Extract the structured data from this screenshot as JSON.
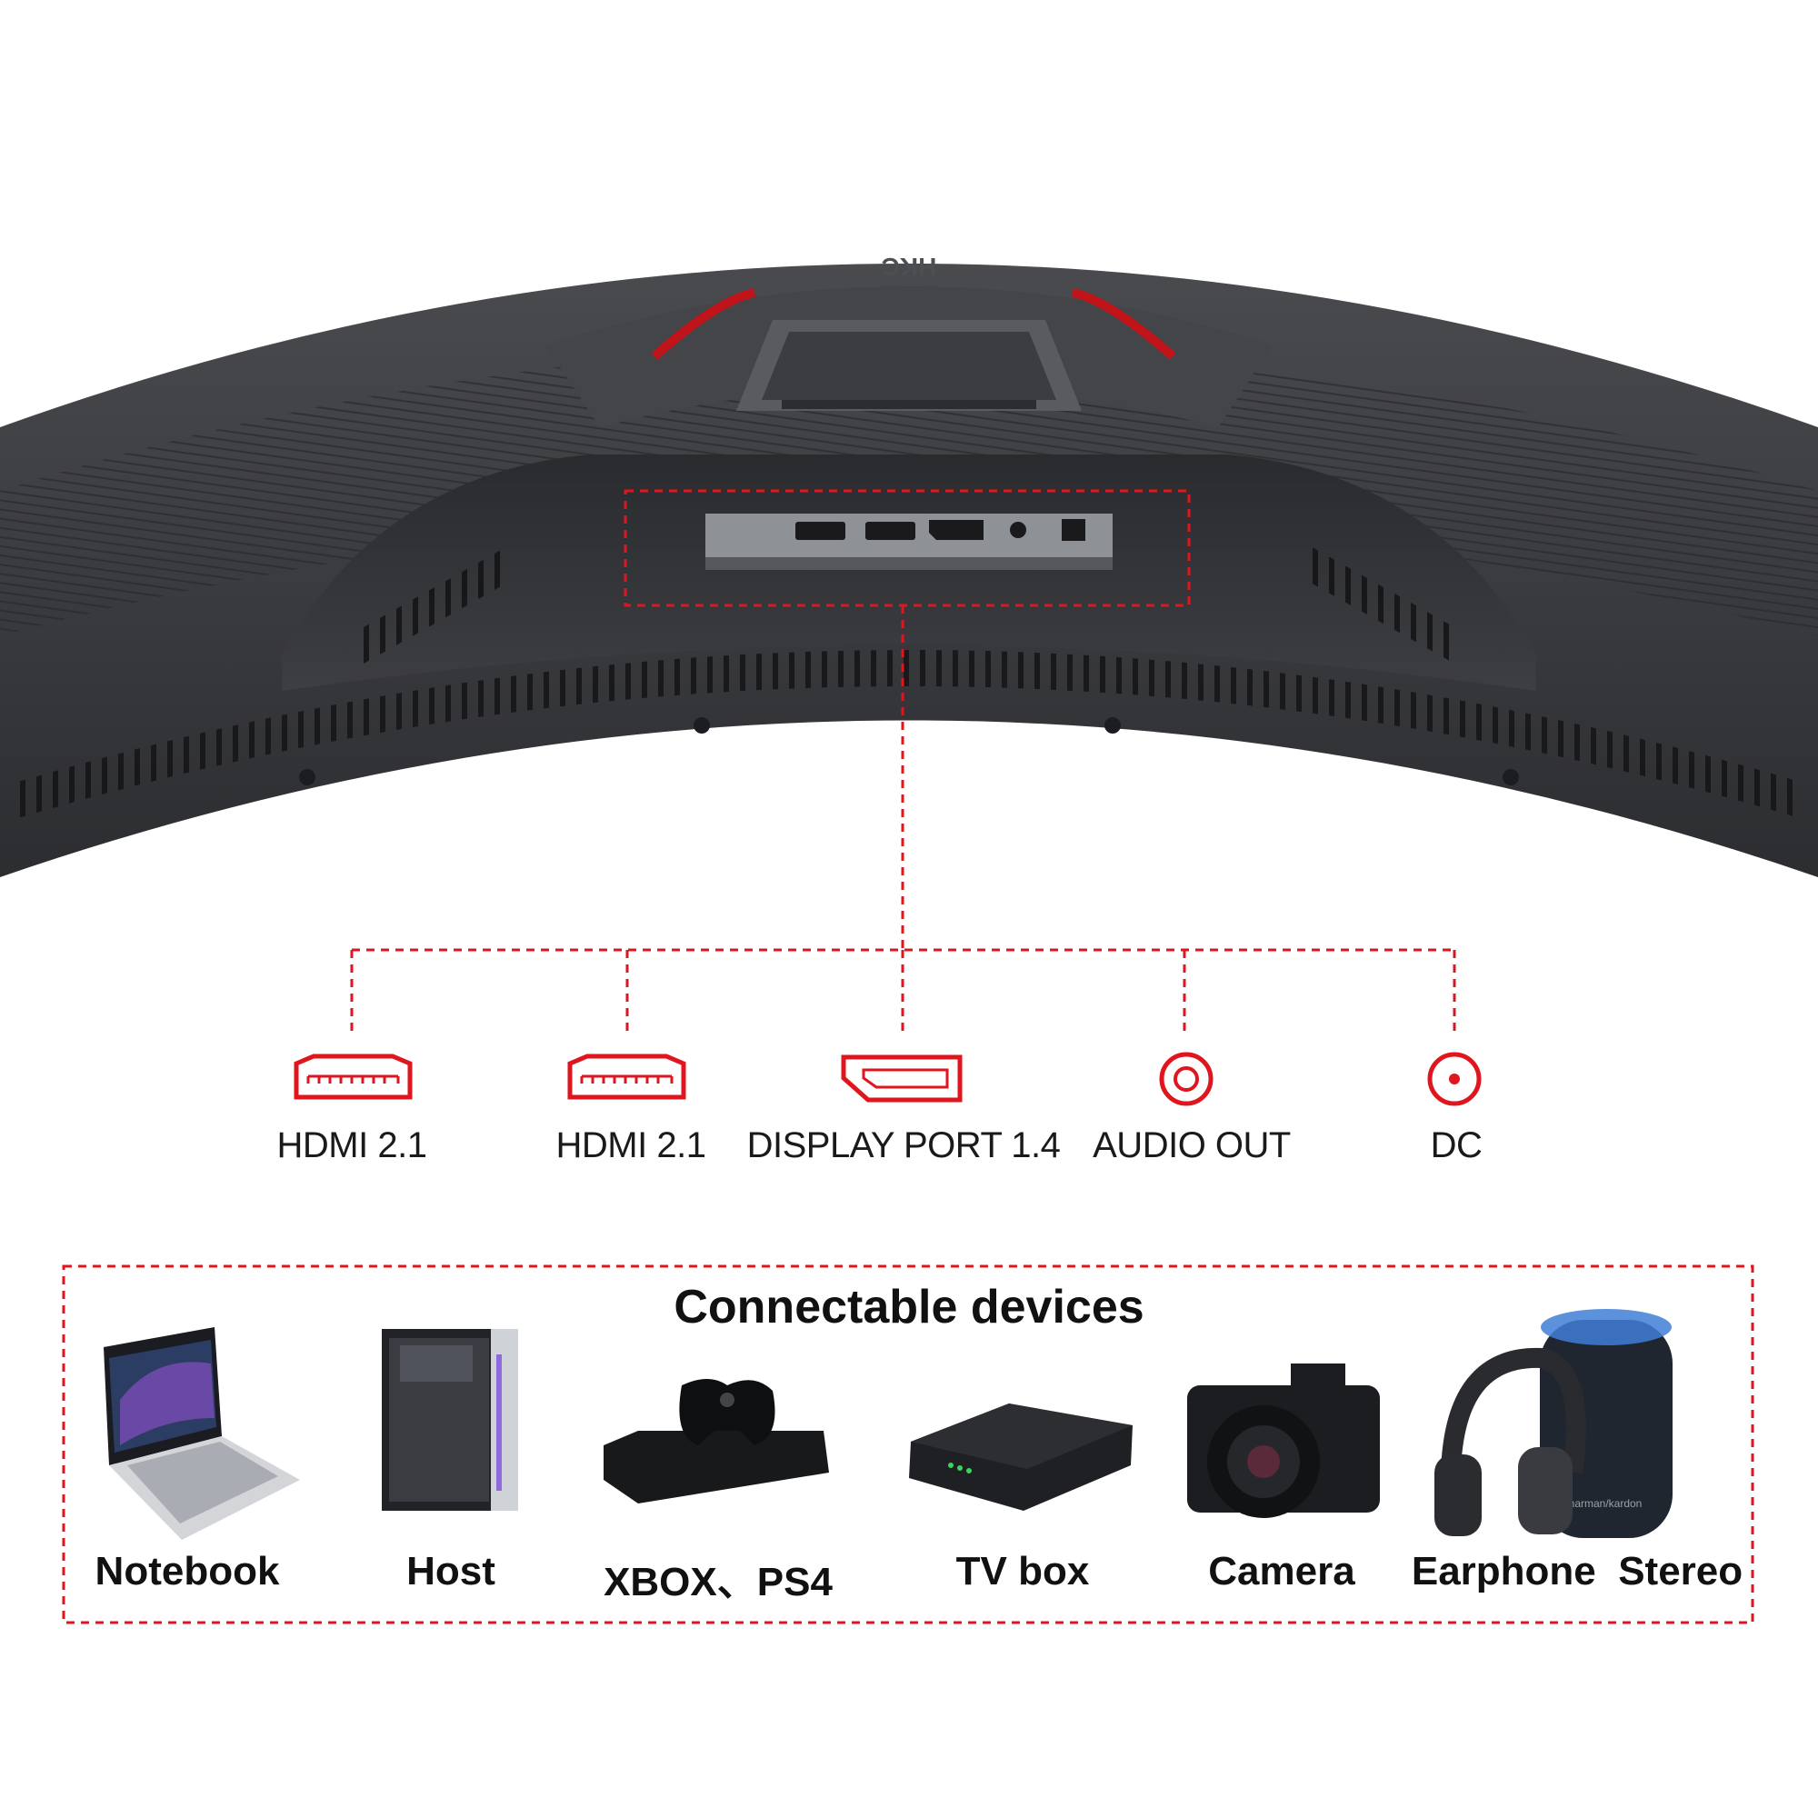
{
  "brand_logo": "HKC",
  "colors": {
    "accent": "#e0161e",
    "monitor_body": "#3a3b3e",
    "monitor_dark": "#232427",
    "port_panel": "#8e9196",
    "text": "#111111"
  },
  "ports": [
    {
      "label": "HDMI 2.1",
      "icon": "hdmi-port-icon"
    },
    {
      "label": "HDMI 2.1",
      "icon": "hdmi-port-icon"
    },
    {
      "label": "DISPLAY PORT 1.4",
      "icon": "displayport-icon"
    },
    {
      "label": "AUDIO OUT",
      "icon": "audio-jack-icon"
    },
    {
      "label": "DC",
      "icon": "dc-power-icon"
    }
  ],
  "devices_section": {
    "title": "Connectable devices",
    "devices": [
      {
        "label": "Notebook",
        "icon": "laptop-icon"
      },
      {
        "label": "Host",
        "icon": "pc-tower-icon"
      },
      {
        "label": "XBOX、PS4",
        "icon": "game-console-icon"
      },
      {
        "label": "TV box",
        "icon": "tv-box-icon"
      },
      {
        "label": "Camera",
        "icon": "camera-icon"
      },
      {
        "label": "Earphone  Stereo",
        "icon": "headphones-speaker-icon"
      }
    ],
    "speaker_brand": "harman/kardon"
  }
}
